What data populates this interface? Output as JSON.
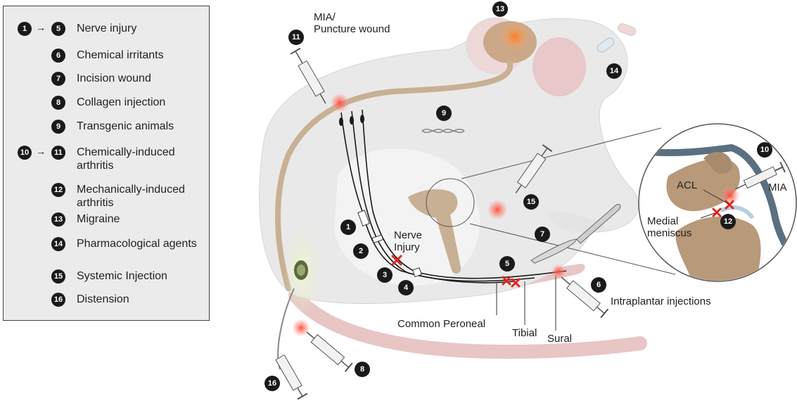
{
  "legend": {
    "items": [
      {
        "numbers": [
          "1",
          "5"
        ],
        "label": "Nerve injury"
      },
      {
        "numbers": [
          "6"
        ],
        "label": "Chemical irritants"
      },
      {
        "numbers": [
          "7"
        ],
        "label": "Incision wound"
      },
      {
        "numbers": [
          "8"
        ],
        "label": "Collagen injection"
      },
      {
        "numbers": [
          "9"
        ],
        "label": "Transgenic animals"
      },
      {
        "numbers": [
          "10",
          "11"
        ],
        "label": "Chemically-induced arthritis"
      },
      {
        "numbers": [
          "12"
        ],
        "label": "Mechanically-induced arthritis"
      },
      {
        "numbers": [
          "13"
        ],
        "label": "Migraine"
      },
      {
        "numbers": [
          "14"
        ],
        "label": "Pharmacological agents"
      },
      {
        "numbers": [
          "15"
        ],
        "label": "Systemic Injection"
      },
      {
        "numbers": [
          "16"
        ],
        "label": "Distension"
      }
    ]
  },
  "figure": {
    "labels": {
      "mia_puncture": "MIA/\nPuncture wound",
      "nerve_injury": "Nerve\nInjury",
      "common_peroneal": "Common Peroneal",
      "tibial": "Tibial",
      "sural": "Sural",
      "intraplantar": "Intraplantar injections",
      "acl": "ACL",
      "medial_meniscus": "Medial\nmeniscus",
      "mia": "MIA"
    },
    "badges": [
      "1",
      "2",
      "3",
      "4",
      "5",
      "6",
      "7",
      "8",
      "9",
      "10",
      "11",
      "12",
      "13",
      "14",
      "15",
      "16"
    ]
  },
  "colors": {
    "badge": "#1a1a1a",
    "legend_bg": "#ebebeb",
    "body": "#e9e9e9",
    "nerve_tan": "#c8b094",
    "tail_pink": "#e8c6c6",
    "injury_mark": "#e0261e",
    "hotspot": "#ff5a4a"
  }
}
